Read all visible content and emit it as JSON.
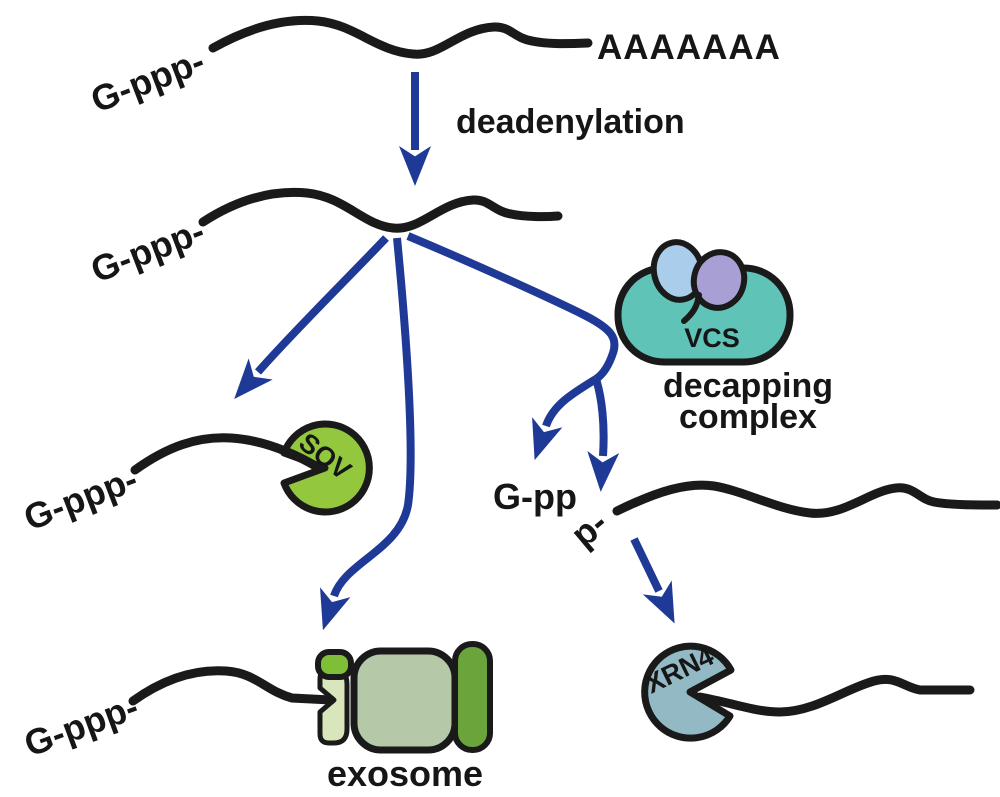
{
  "labels": {
    "mrna1_cap": "G-ppp-",
    "polya_tail": "AAAAAAA",
    "deadenylation": "deadenylation",
    "mrna2_cap": "G-ppp-",
    "sov_enzyme": "SOV",
    "sov_mrna_cap": "G-ppp-",
    "vcs": "VCS",
    "decapping_line1": "decapping",
    "decapping_line2": "complex",
    "decapped_cap": "G-pp",
    "phosphate_end": "p-",
    "exosome": "exosome",
    "exosome_mrna_cap": "G-ppp-",
    "xrn4_enzyme": "XRN4"
  },
  "colors": {
    "arrow_blue": "#1e3a96",
    "rna_black": "#1a1a1a",
    "sov_green": "#93c73e",
    "decapping_teal": "#60c3b8",
    "lobe_light_blue": "#a9cdea",
    "lobe_purple": "#a8a0d4",
    "xrn4_blue_gray": "#92b9c4",
    "exosome_cap_green": "#7fbe37",
    "exosome_channel_pale": "#d9e6bb",
    "exosome_core_sage": "#b5c8a8",
    "exosome_base_green": "#6ca43c",
    "background": "#ffffff"
  }
}
